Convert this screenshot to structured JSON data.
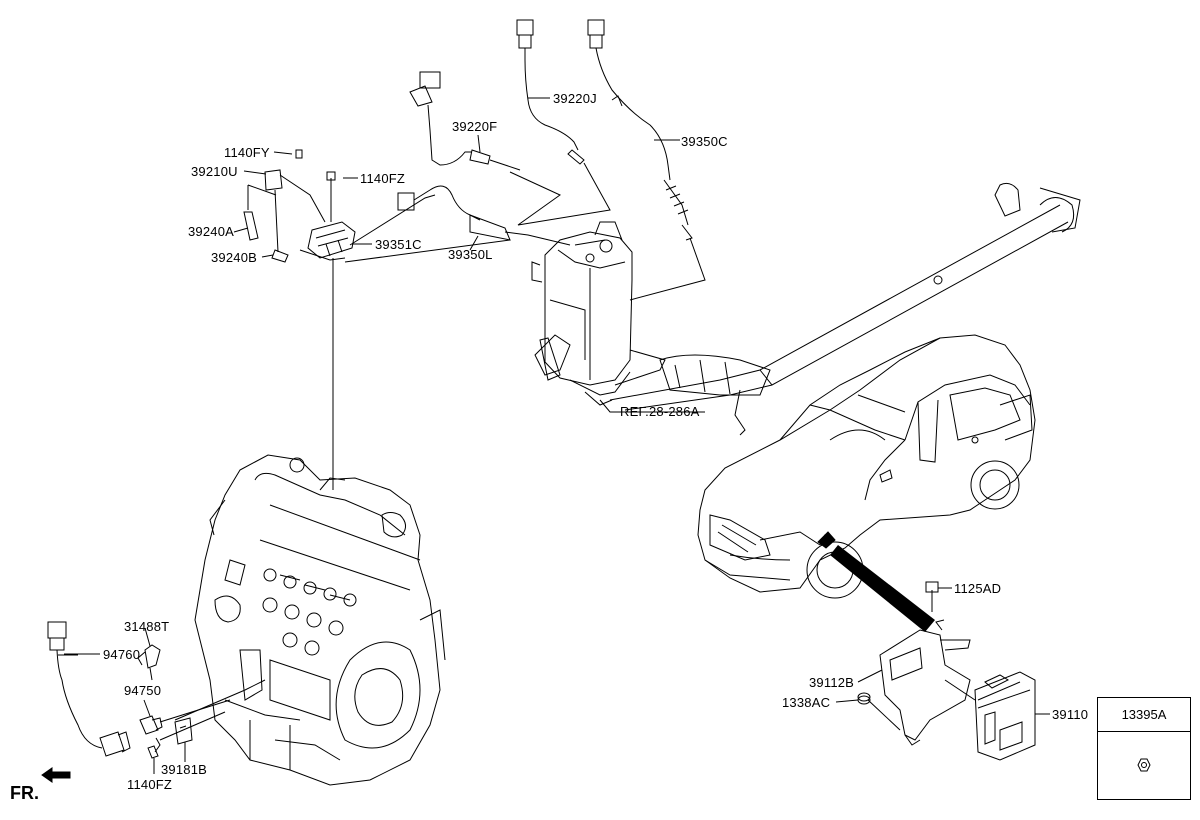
{
  "labels": {
    "p1140FY": "1140FY",
    "p39210U": "39210U",
    "p1140FZ_top": "1140FZ",
    "p39240A": "39240A",
    "p39240B": "39240B",
    "p39351C": "39351C",
    "p39220F": "39220F",
    "p39350L": "39350L",
    "p39220J": "39220J",
    "p39350C": "39350C",
    "ref": "REF.28-286A",
    "p31488T": "31488T",
    "p94760": "94760",
    "p94750": "94750",
    "p39181B": "39181B",
    "p1140FZ_bottom": "1140FZ",
    "p1125AD": "1125AD",
    "p39112B": "39112B",
    "p1338AC": "1338AC",
    "p39110": "39110"
  },
  "front_marker": "FR.",
  "legend": {
    "part_number": "13395A",
    "icon": "hex-nut-icon"
  },
  "colors": {
    "line": "#000000",
    "background": "#ffffff"
  }
}
